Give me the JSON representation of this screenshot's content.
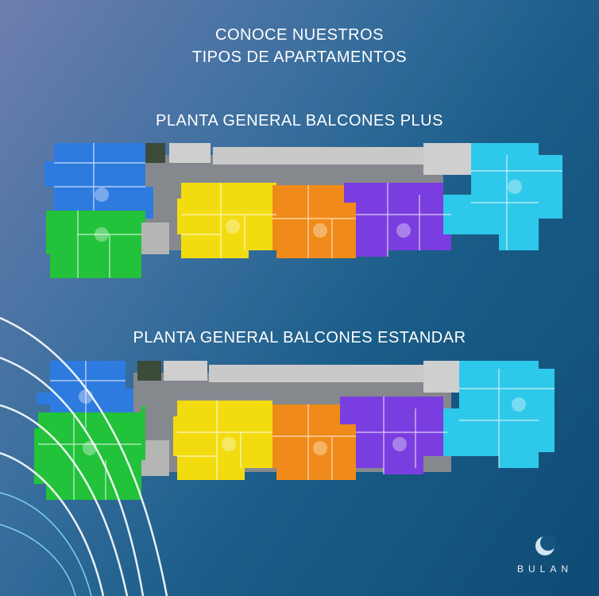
{
  "header": {
    "line1": "CONOCE NUESTROS",
    "line2": "TIPOS DE APARTAMENTOS"
  },
  "plans": [
    {
      "title": "PLANTA GENERAL BALCONES PLUS"
    },
    {
      "title": "PLANTA GENERAL BALCONES ESTANDAR"
    }
  ],
  "brand": {
    "name": "BULAN",
    "icon": "crescent-moon-icon"
  },
  "colors": {
    "blue": "#2e7be0",
    "green": "#22c23a",
    "yellow": "#f2dc10",
    "orange": "#f08a18",
    "purple": "#7a3ee0",
    "cyan": "#2ec8ea",
    "corridor": "#8a8e92"
  }
}
